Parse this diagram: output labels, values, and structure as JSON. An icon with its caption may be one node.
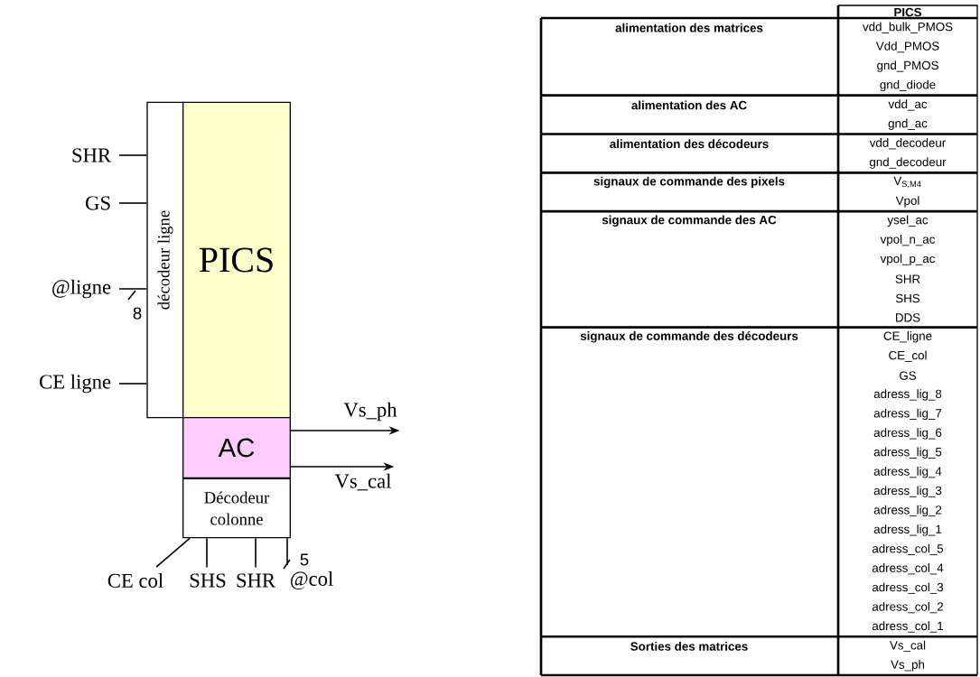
{
  "diagram": {
    "nodes": [
      {
        "text": [
          "décodeur ligne"
        ]
      },
      {
        "text": [
          "PICS"
        ]
      },
      {
        "text": [
          "AC"
        ]
      },
      {
        "text": [
          "Décodeur colonne"
        ]
      },
      {
        "text": [
          "SHR"
        ]
      },
      {
        "text": [
          "GS"
        ]
      },
      {
        "text": [
          "@ligne"
        ]
      },
      {
        "text": [
          "CE ligne"
        ]
      },
      {
        "text": [
          "Vs_ph"
        ]
      },
      {
        "text": [
          "Vs_cal"
        ]
      },
      {
        "text": [
          "CE col"
        ]
      },
      {
        "text": [
          "SHS"
        ]
      },
      {
        "text": [
          "SHR"
        ]
      },
      {
        "text": [
          "@col"
        ]
      }
    ],
    "edges": [
      {
        "from": 4,
        "to": 0,
        "arrow": "none"
      },
      {
        "from": 5,
        "to": 0,
        "arrow": "none"
      },
      {
        "from": 6,
        "to": 0,
        "arrow": "none"
      },
      {
        "from": 7,
        "to": 0,
        "arrow": "none"
      },
      {
        "from": 2,
        "to": 8,
        "arrow": "to"
      },
      {
        "from": 2,
        "to": 9,
        "arrow": "to"
      },
      {
        "from": 10,
        "to": 3,
        "arrow": "none"
      },
      {
        "from": 11,
        "to": 3,
        "arrow": "none"
      },
      {
        "from": 12,
        "to": 3,
        "arrow": "none"
      },
      {
        "from": 13,
        "to": 3,
        "arrow": "none"
      }
    ],
    "labels": [
      "8",
      "5",
      "PICS",
      "alimentation des matrices",
      "vdd_bulk_PMOS",
      "Vdd_PMOS",
      "gnd_PMOS",
      "gnd_diode",
      "alimentation des AC",
      "vdd_ac",
      "gnd_ac",
      "alimentation des décodeurs",
      "vdd_decodeur",
      "gnd_decodeur",
      "signaux de commande des pixels",
      "V$_{S,M4}$",
      "Vpol",
      "signaux de commande des AC",
      "ysel_ac",
      "vpol_n_ac",
      "vpol_p_ac",
      "SHR",
      "SHS",
      "DDS",
      "signaux de commande des décodeurs",
      "CE_ligne",
      "CE_col",
      "GS",
      "adress_lig_8",
      "adress_lig_7",
      "adress_lig_6",
      "adress_lig_5",
      "adress_lig_4",
      "adress_lig_3",
      "adress_lig_2",
      "adress_lig_1",
      "adress_col_5",
      "adress_col_4",
      "adress_col_3",
      "adress_col_2",
      "adress_col_1",
      "Sorties des matrices",
      "Vs_cal",
      "Vs_ph"
    ]
  }
}
